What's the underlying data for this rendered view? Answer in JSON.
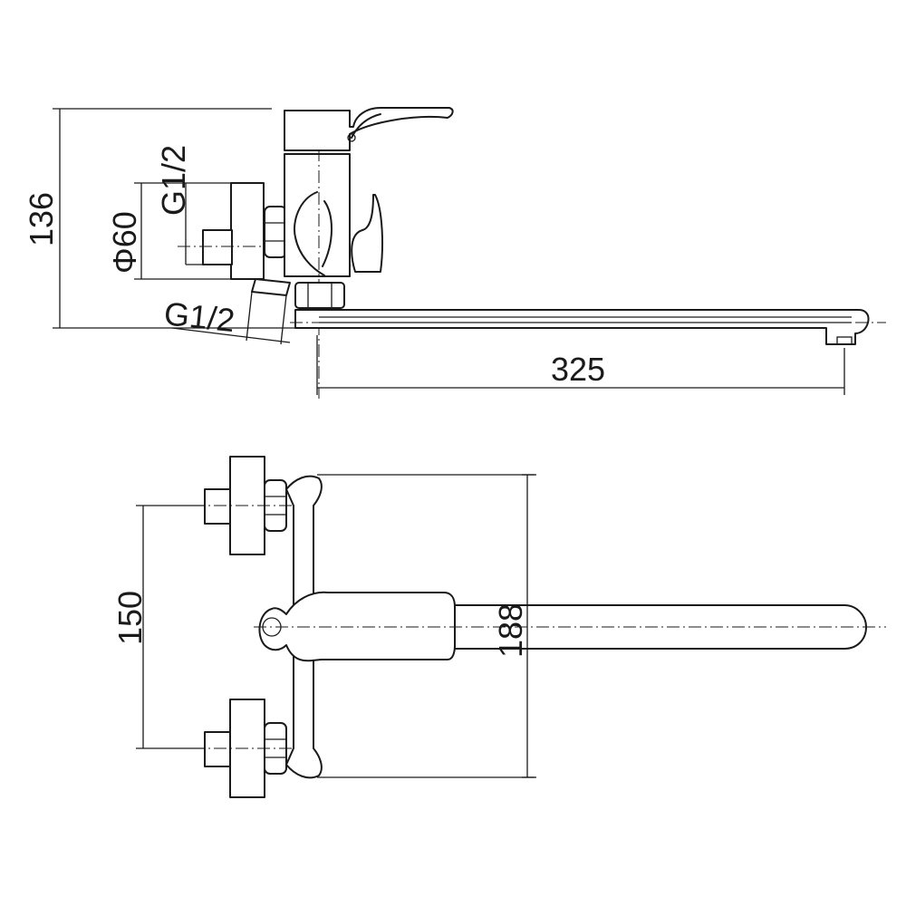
{
  "diagram": {
    "side_view": {
      "dimensions": {
        "height": "136",
        "diameter": "Φ60",
        "thread_top": "G1/2",
        "thread_bottom": "G1/2",
        "spout_length": "325"
      }
    },
    "top_view": {
      "dimensions": {
        "inlet_spacing": "150",
        "overall_width": "188"
      }
    }
  }
}
